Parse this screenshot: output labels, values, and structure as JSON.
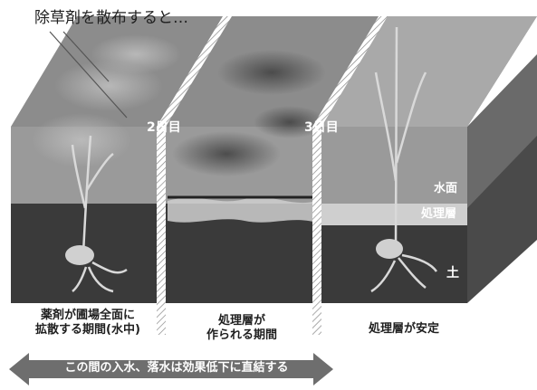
{
  "title": "除草剤を散布すると…",
  "stages": [
    {
      "day_label": "",
      "caption_lines": [
        "薬剤が圃場全面に",
        "拡散する期間(水中)"
      ]
    },
    {
      "day_label": "2日目",
      "caption_lines": [
        "処理層が",
        "作られる期間"
      ]
    },
    {
      "day_label": "3日目",
      "caption_lines": [
        "処理層が安定"
      ]
    }
  ],
  "layers": {
    "water": "水面",
    "treatment": "処理層",
    "soil": "土"
  },
  "arrow_text": "この間の入水、落水は効果低下に直結する",
  "colors": {
    "top_face": "#8c8c8c",
    "water_body": "#9a9a9a",
    "soil": "#3a3a3a",
    "treatment_band": "#cfcfcf",
    "arrow": "#6e6e6e",
    "plant": "#d9d9d9"
  }
}
